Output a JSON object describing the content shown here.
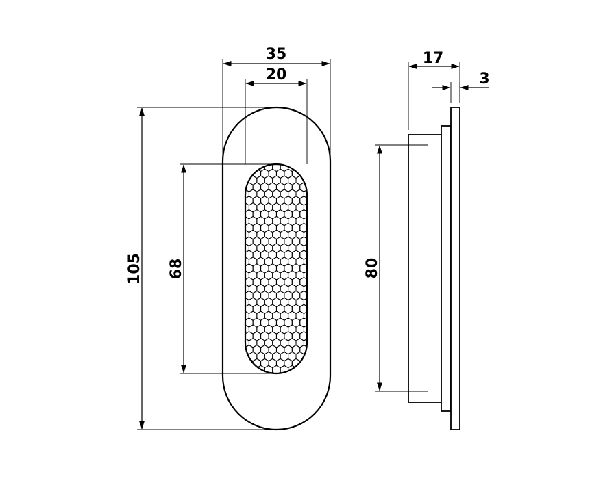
{
  "colors": {
    "stroke": "#000000",
    "background": "#ffffff"
  },
  "dimensions": {
    "overall_width": "35",
    "mesh_width": "20",
    "overall_height": "105",
    "mesh_height": "68",
    "depth": "17",
    "flange": "3",
    "body_height": "80"
  }
}
